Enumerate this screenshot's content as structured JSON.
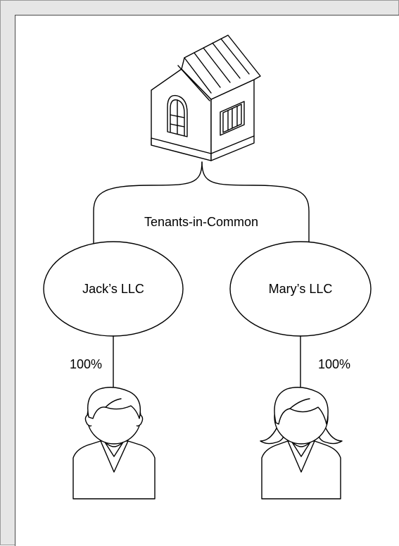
{
  "relationship_label": "Tenants-in-Common",
  "entities": [
    {
      "label": "Jack’s LLC",
      "ownership": "100%"
    },
    {
      "label": "Mary’s LLC",
      "ownership": "100%"
    }
  ],
  "icons": {
    "property": "house-icon",
    "owner_left": "man-person-icon",
    "owner_right": "woman-person-icon"
  }
}
